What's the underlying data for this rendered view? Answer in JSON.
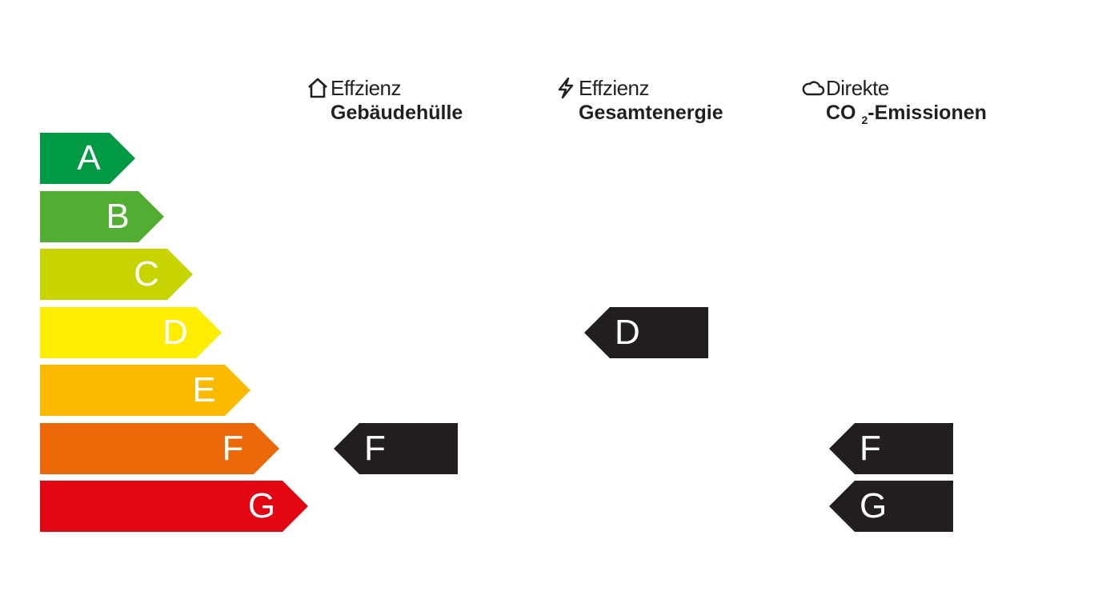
{
  "headers": [
    {
      "icon": "house-icon",
      "line1": "Effzienz",
      "line2": "Gebäudehülle"
    },
    {
      "icon": "lightning-icon",
      "line1": "Effzienz",
      "line2": "Gesamtenergie"
    },
    {
      "icon": "cloud-icon",
      "line1": "Direkte",
      "line2_a": "CO",
      "line2_sub": "2",
      "line2_b": "-Emissionen"
    }
  ],
  "scale": [
    {
      "label": "A",
      "color": "#009a44"
    },
    {
      "label": "B",
      "color": "#52ae32"
    },
    {
      "label": "C",
      "color": "#c8d400"
    },
    {
      "label": "D",
      "color": "#ffed00"
    },
    {
      "label": "E",
      "color": "#fbba00"
    },
    {
      "label": "F",
      "color": "#eb6909"
    },
    {
      "label": "G",
      "color": "#e30613"
    }
  ],
  "ratings": {
    "building_envelope": [
      "F"
    ],
    "total_energy": [
      "D"
    ],
    "direct_co2": [
      "F",
      "G"
    ]
  },
  "marker_color": "#231f20"
}
